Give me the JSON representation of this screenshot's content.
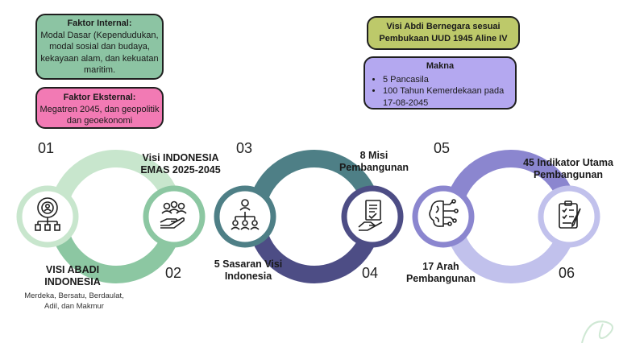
{
  "internal": {
    "title": "Faktor Internal:",
    "text": "Modal Dasar (Kependudukan, modal sosial dan budaya, kekayaan alam, dan kekuatan maritim."
  },
  "external": {
    "title": "Faktor Eksternal:",
    "text": "Megatren 2045, dan geopolitik dan geoekonomi"
  },
  "visi_abdi": {
    "text": "Visi Abdi Bernegara sesuai Pembukaan UUD 1945 Aline IV"
  },
  "makna": {
    "title": "Makna",
    "items": [
      "5 Pancasila",
      "100 Tahun Kemerdekaan pada 17-08-2045"
    ]
  },
  "steps": [
    {
      "num": "01",
      "label": "VISI ABADI INDONESIA",
      "sub": "Merdeka, Bersatu, Berdaulat, Adil, dan Makmur",
      "icon": "organization-gear-icon"
    },
    {
      "num": "02",
      "label": "Visi INDONESIA EMAS 2025-2045",
      "icon": "team-hand-icon"
    },
    {
      "num": "03",
      "label": "",
      "icon": "hierarchy-people-icon"
    },
    {
      "num": "04",
      "label": "8 Misi Pembangunan",
      "icon": "document-hand-icon"
    },
    {
      "num": "05",
      "label": "",
      "icon": "brain-circuit-icon"
    },
    {
      "num": "06",
      "label": "45 Indikator Utama Pembangunan",
      "icon": "clipboard-check-icon"
    }
  ],
  "labels_below": {
    "step3": "5 Sasaran Visi Indonesia",
    "step5": "17 Arah Pembangunan"
  },
  "colors": {
    "green_light": "#c8e6cd",
    "green_mid": "#8cc7a2",
    "teal_dark": "#4e7f86",
    "indigo_dark": "#4d4d85",
    "lavender": "#8b86cf",
    "lavender_light": "#c1c1ec",
    "box_internal": "#8cc4a3",
    "box_external": "#f27ab4",
    "box_visi": "#bdc96a",
    "box_makna": "#b4a8f0"
  }
}
